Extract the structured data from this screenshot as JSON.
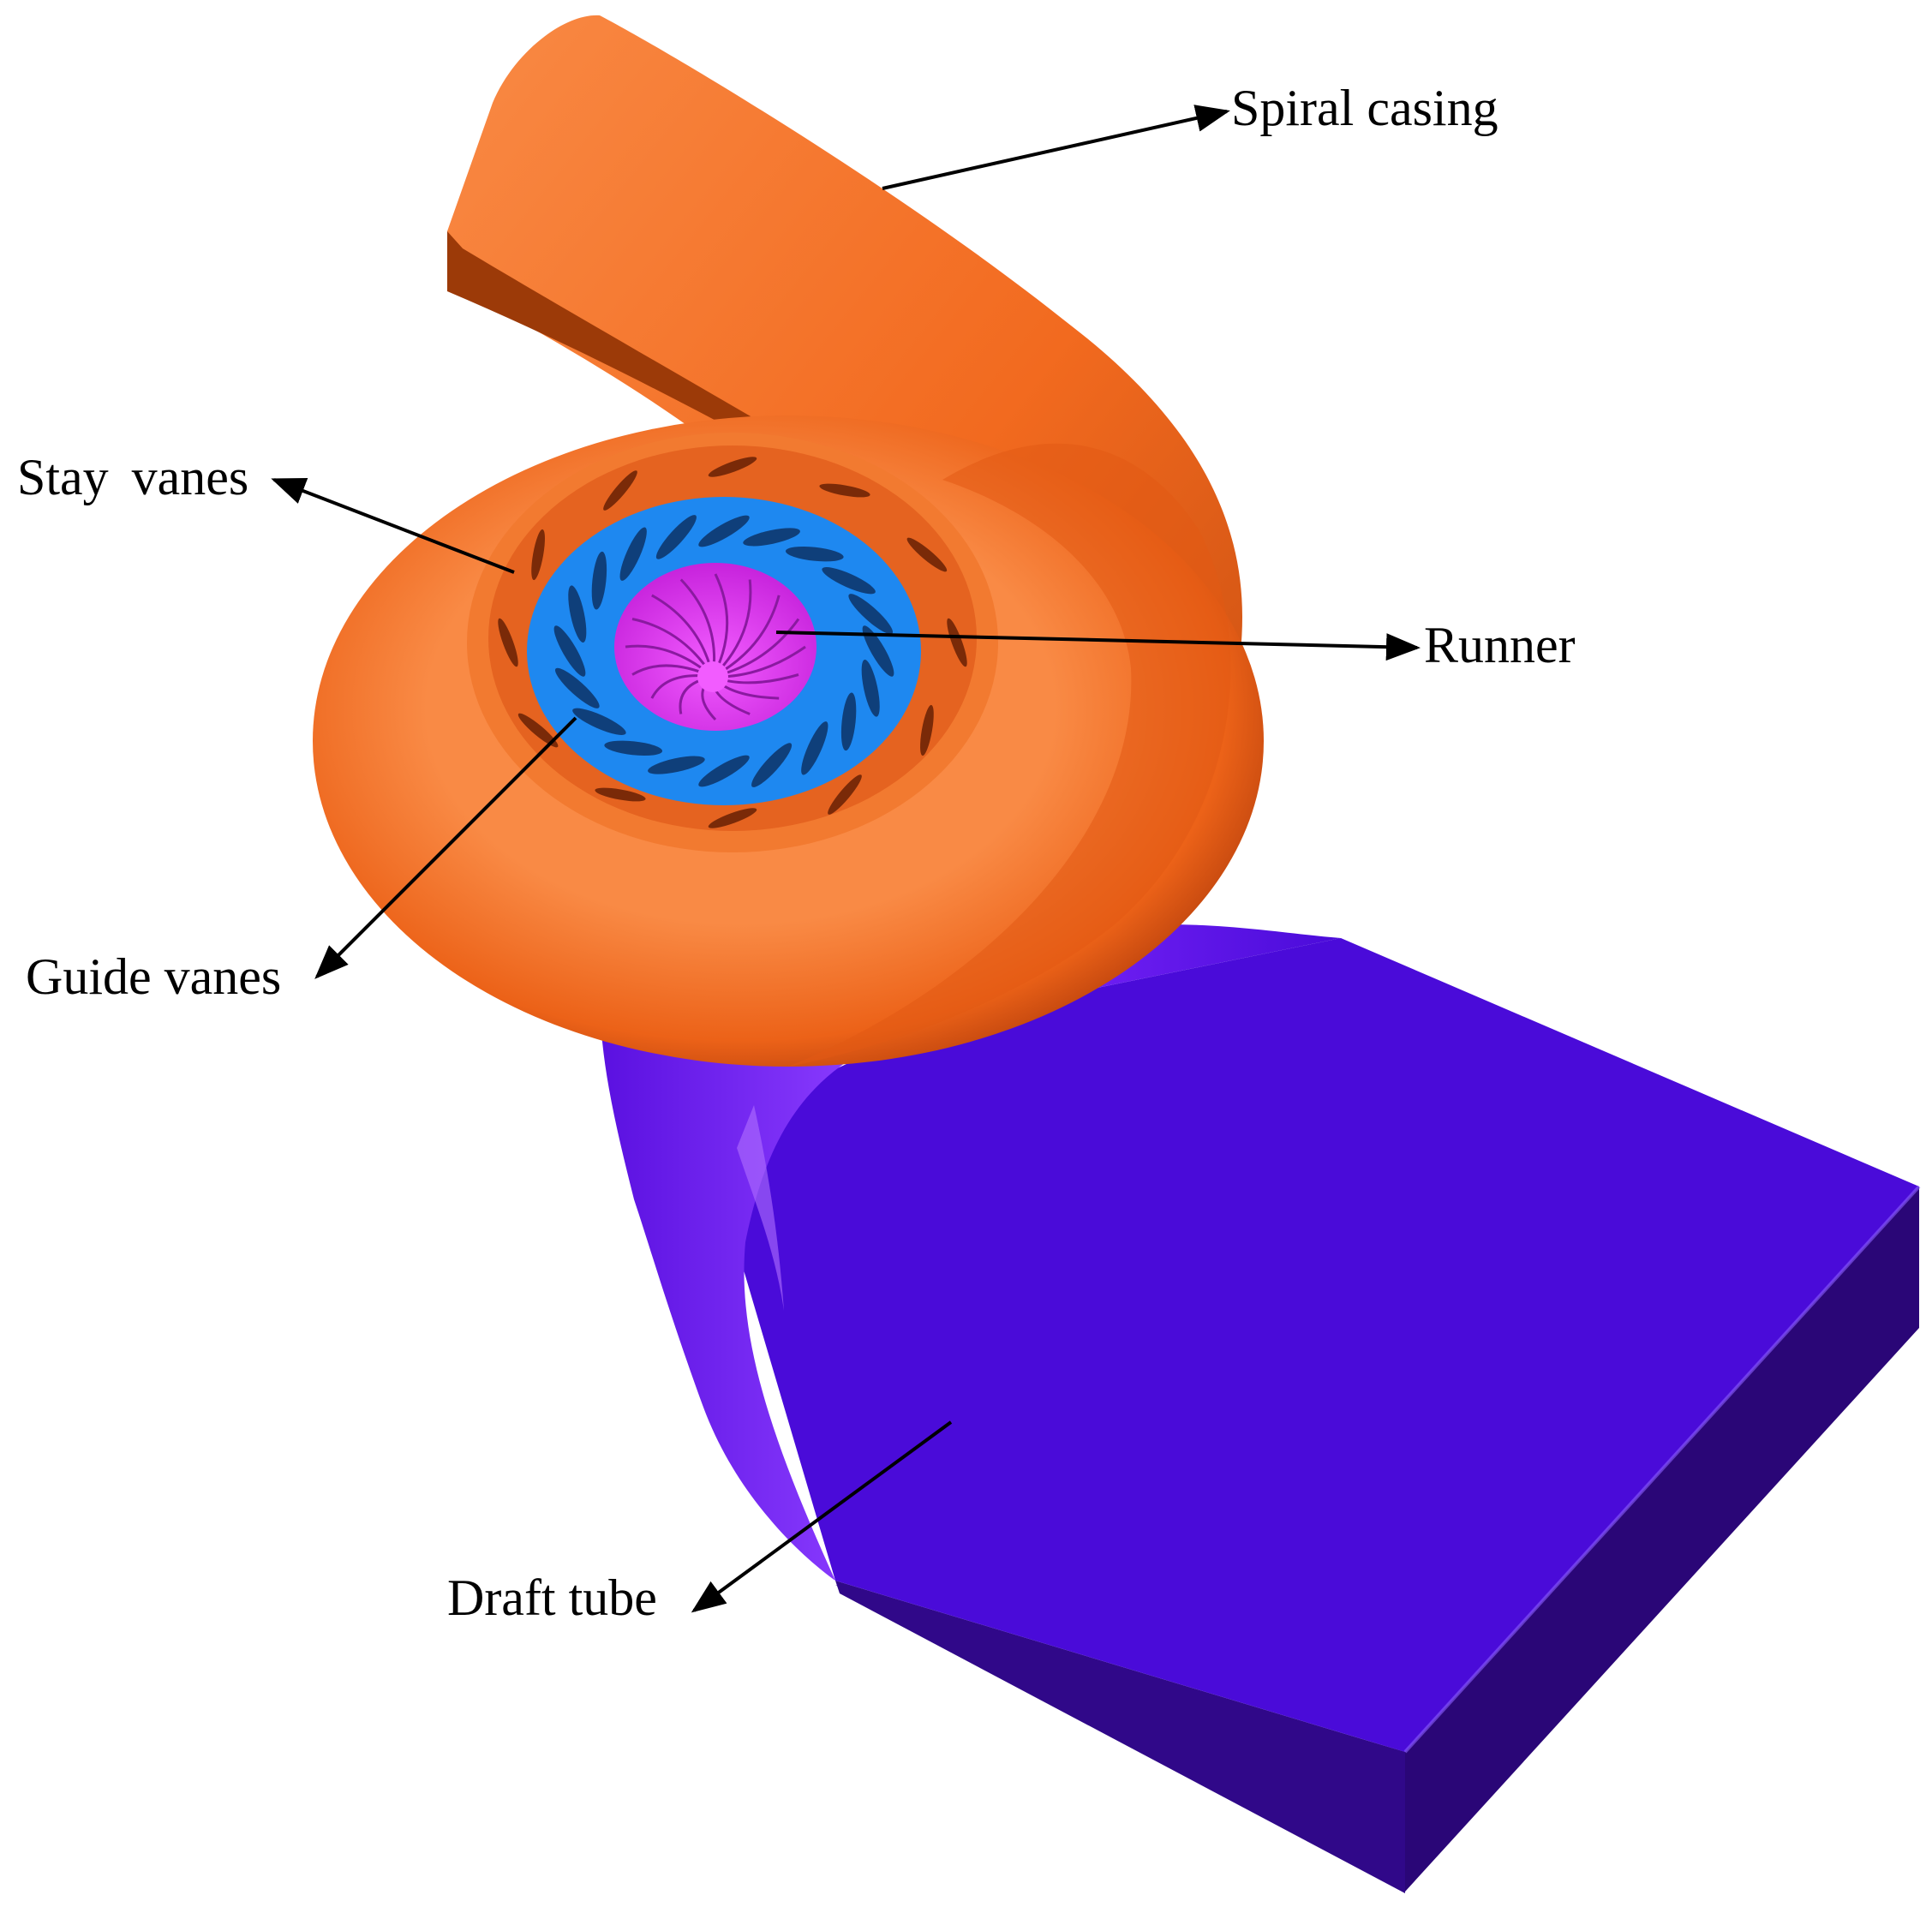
{
  "labels": {
    "spiral_casing": "Spiral casing",
    "stay_vanes": "Stay vanes",
    "runner": "Runner",
    "guide_vanes": "Guide vanes",
    "draft_tube": "Draft tube"
  },
  "colors": {
    "spiral_casing": "#f26a1f",
    "spiral_casing_shadow": "#b8400c",
    "spiral_casing_highlight": "#f98a45",
    "guide_vane_ring": "#1e88f0",
    "vane_blade": "#0f3f7a",
    "runner": "#d62fe8",
    "runner_hub": "#f25cff",
    "draft_tube_top": "#4a0bd9",
    "draft_tube_side": "#2a0677",
    "draft_tube_elbow": "#7a2cf4",
    "arrow": "#000000"
  },
  "icons": [
    "arrow-head"
  ]
}
